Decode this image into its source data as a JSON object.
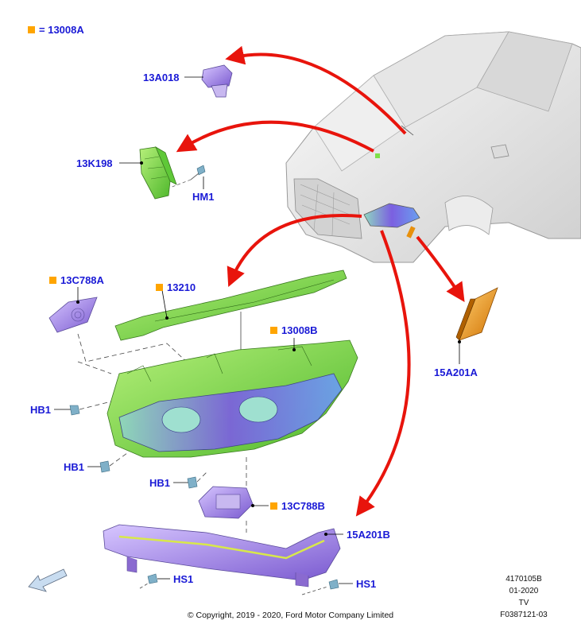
{
  "legend": {
    "code": "13008A",
    "equals": "=",
    "color": "#ffa500"
  },
  "labels": {
    "p13A018": "13A018",
    "p13K198": "13K198",
    "hm1": "HM1",
    "p13C788A": "13C788A",
    "p13210": "13210",
    "p13008B": "13008B",
    "hb1_a": "HB1",
    "hb1_b": "HB1",
    "hb1_c": "HB1",
    "p13C788B": "13C788B",
    "p15A201A": "15A201A",
    "p15A201B": "15A201B",
    "hs1_a": "HS1",
    "hs1_b": "HS1"
  },
  "meta": {
    "line1": "4170105B",
    "line2": "01-2020",
    "line3": "TV",
    "line4": "F0387121-03"
  },
  "copyright": "© Copyright, 2019 - 2020, Ford Motor Company Limited",
  "colors": {
    "label": "#1a1ad6",
    "arrow": "#e8140c",
    "part_green": "#7ee04a",
    "part_purple": "#a78be0",
    "part_orange": "#e8900c",
    "marker": "#ffa500"
  }
}
